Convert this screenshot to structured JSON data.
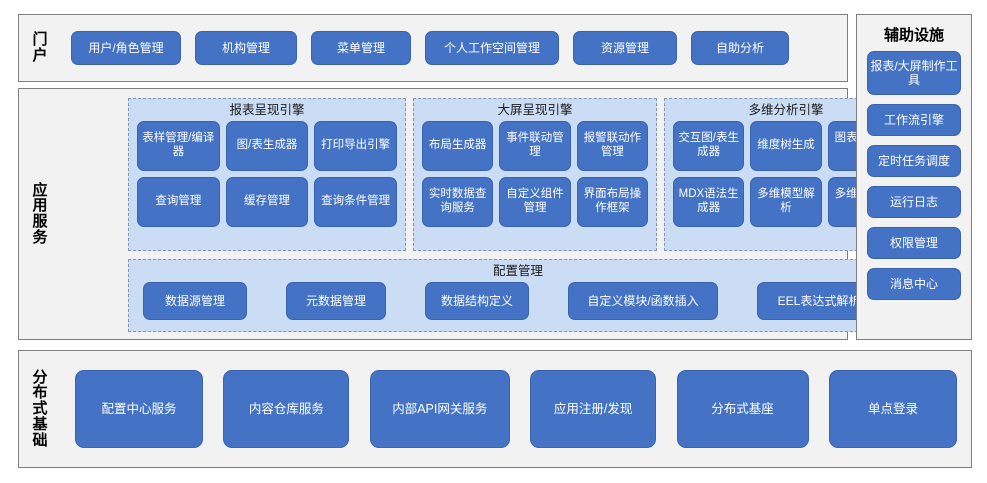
{
  "bands": {
    "portal": {
      "label": "门户",
      "items": [
        "用户/角色管理",
        "机构管理",
        "菜单管理",
        "个人工作空间管理",
        "资源管理",
        "自助分析"
      ]
    },
    "app_services": {
      "label": "应用服务",
      "groups": [
        {
          "title": "报表呈现引擎",
          "items": [
            "表样管理/编译器",
            "图/表生成器",
            "打印导出引擎",
            "查询管理",
            "缓存管理",
            "查询条件管理"
          ]
        },
        {
          "title": "大屏呈现引擎",
          "items": [
            "布局生成器",
            "事件联动管理",
            "报警联动作管理",
            "实时数据查询服务",
            "自定义组件管理",
            "界面布局操作框架"
          ]
        },
        {
          "title": "多维分析引擎",
          "items": [
            "交互图/表生成器",
            "维度树生成",
            "图表智能映射",
            "MDX语法生成器",
            "多维模型解析",
            "多维查询管理"
          ]
        }
      ],
      "config_group": {
        "title": "配置管理",
        "items": [
          "数据源管理",
          "元数据管理",
          "数据结构定义",
          "自定义模块/函数插入",
          "EEL表达式解析器"
        ]
      }
    },
    "aux": {
      "title": "辅助设施",
      "items": [
        "报表/大屏制作工具",
        "工作流引擎",
        "定时任务调度",
        "运行日志",
        "权限管理",
        "消息中心"
      ]
    },
    "distributed": {
      "label": "分布式基础",
      "items": [
        "配置中心服务",
        "内容仓库服务",
        "内部API网关服务",
        "应用注册/发现",
        "分布式基座",
        "单点登录"
      ]
    }
  },
  "colors": {
    "node_fill": "#4472C4",
    "node_border": "#3A63AE",
    "node_text": "#FFFFFF",
    "group_fill": "#CBDCF5",
    "group_border": "#8497B0",
    "panel_fill": "#F2F2F2",
    "panel_border": "#7F7F7F",
    "page_bg": "#FFFFFF"
  }
}
